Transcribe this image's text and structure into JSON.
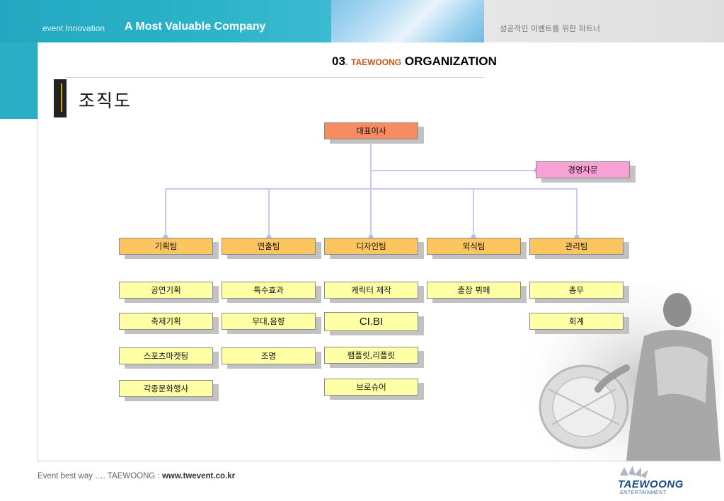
{
  "header": {
    "tagline_small": "event Innovation",
    "tagline_big": "A Most Valuable Company",
    "korean_tagline": "성공적인 이벤트를 위한 파트너"
  },
  "section": {
    "number": "03",
    "dot": ".",
    "brand": "TAEWOONG",
    "name": "ORGANIZATION"
  },
  "page_title": "조직도",
  "org": {
    "ceo": "대표이사",
    "advisor": "경영자문",
    "teams": [
      {
        "name": "기획팀",
        "items": [
          "공연기획",
          "축제기획",
          "스포츠마켓팅",
          "각종문화행사"
        ]
      },
      {
        "name": "연출팀",
        "items": [
          "특수효과",
          "무대,음향",
          "조명"
        ]
      },
      {
        "name": "디자인팀",
        "items": [
          "케릭터 제작",
          "CI.BI",
          "팸플릿,리플릿",
          "브로슈어"
        ]
      },
      {
        "name": "외식팀",
        "items": [
          "출장 뷔페"
        ]
      },
      {
        "name": "관리팀",
        "items": [
          "총무",
          "회계"
        ]
      }
    ]
  },
  "footer": {
    "slogan": "Event best way …. TAEWOONG  :  ",
    "url": "www.twevent.co.kr",
    "logo_name": "TAEWOONG",
    "logo_sub": "ENTERTAINMENT"
  },
  "colors": {
    "header_teal": "#2bb3c9",
    "ceo_box": "#f78c62",
    "advisor_box": "#f7a2d4",
    "team_box": "#fcc55f",
    "item_box": "#ffffa6",
    "connector": "#c7c9f5"
  }
}
